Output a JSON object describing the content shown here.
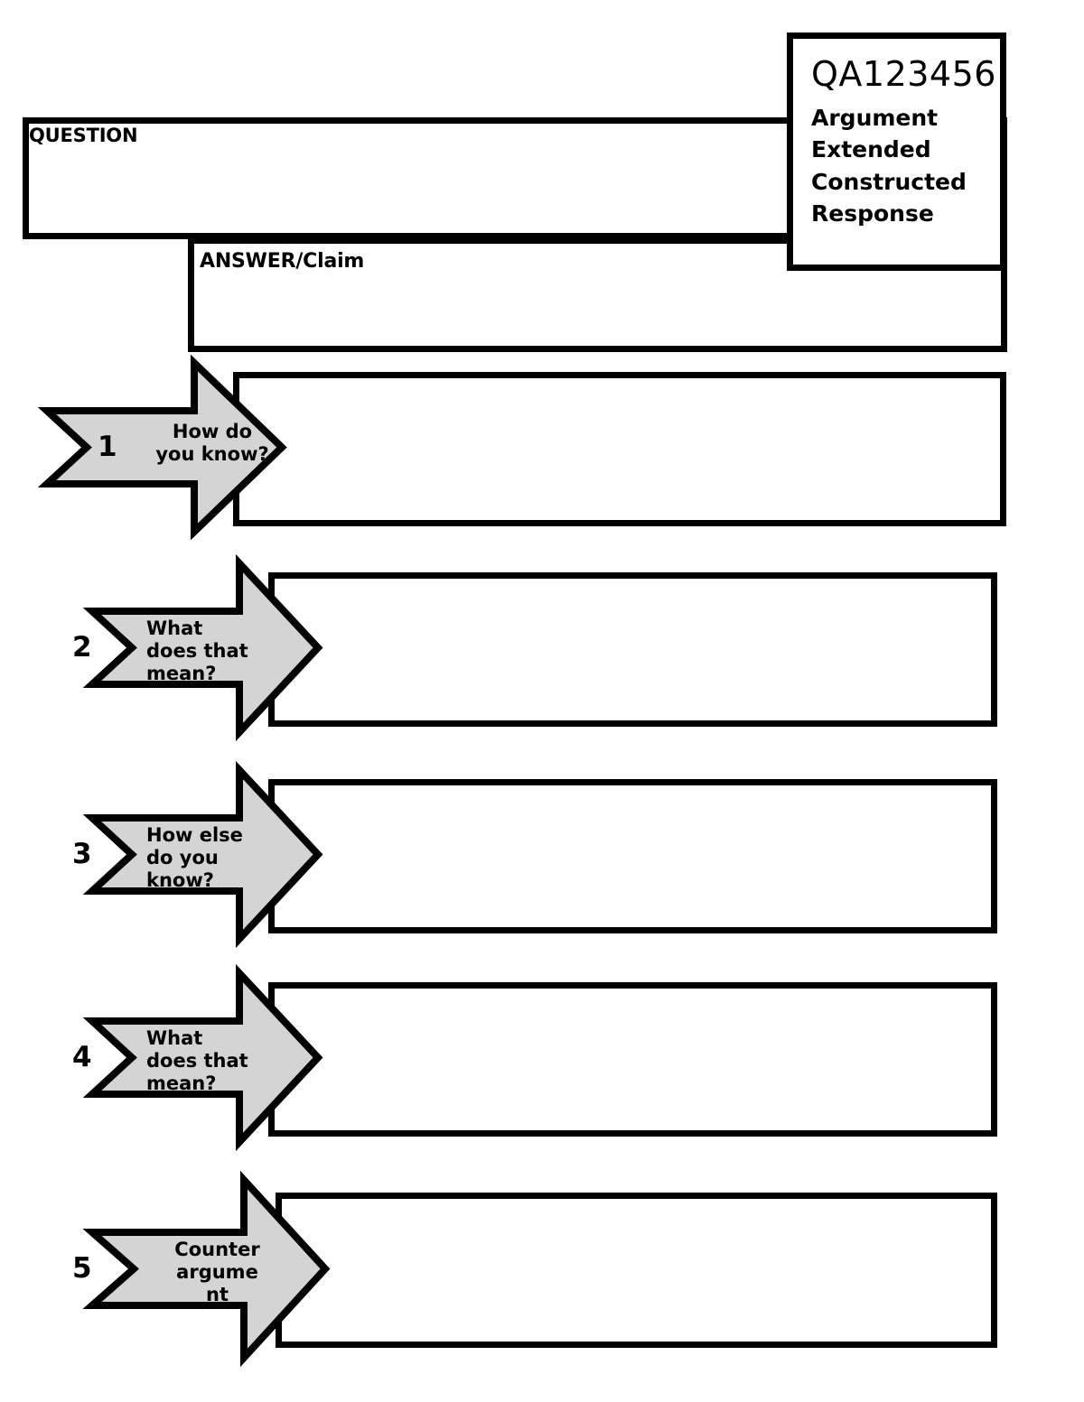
{
  "header_card": {
    "code": "QA123456",
    "subtitle_lines": [
      "Argument",
      "Extended",
      "Constructed",
      "Response"
    ]
  },
  "question_box": {
    "label": "QUESTION",
    "value": ""
  },
  "answer_box": {
    "label": "ANSWER/Claim",
    "value": ""
  },
  "steps": [
    {
      "number": "1",
      "prompt_lines": [
        "How do",
        "you know?"
      ],
      "response": ""
    },
    {
      "number": "2",
      "prompt_lines": [
        "What",
        "does that",
        "mean?"
      ],
      "response": ""
    },
    {
      "number": "3",
      "prompt_lines": [
        "How else",
        "do you",
        "know?"
      ],
      "response": ""
    },
    {
      "number": "4",
      "prompt_lines": [
        "What",
        "does that",
        "mean?"
      ],
      "response": ""
    },
    {
      "number": "5",
      "prompt_lines": [
        "Counter",
        "argume",
        "nt"
      ],
      "response": ""
    }
  ],
  "colors": {
    "outline": "#000000",
    "arrow_fill": "#D4D4D4",
    "page_background": "#FFFFFF"
  }
}
